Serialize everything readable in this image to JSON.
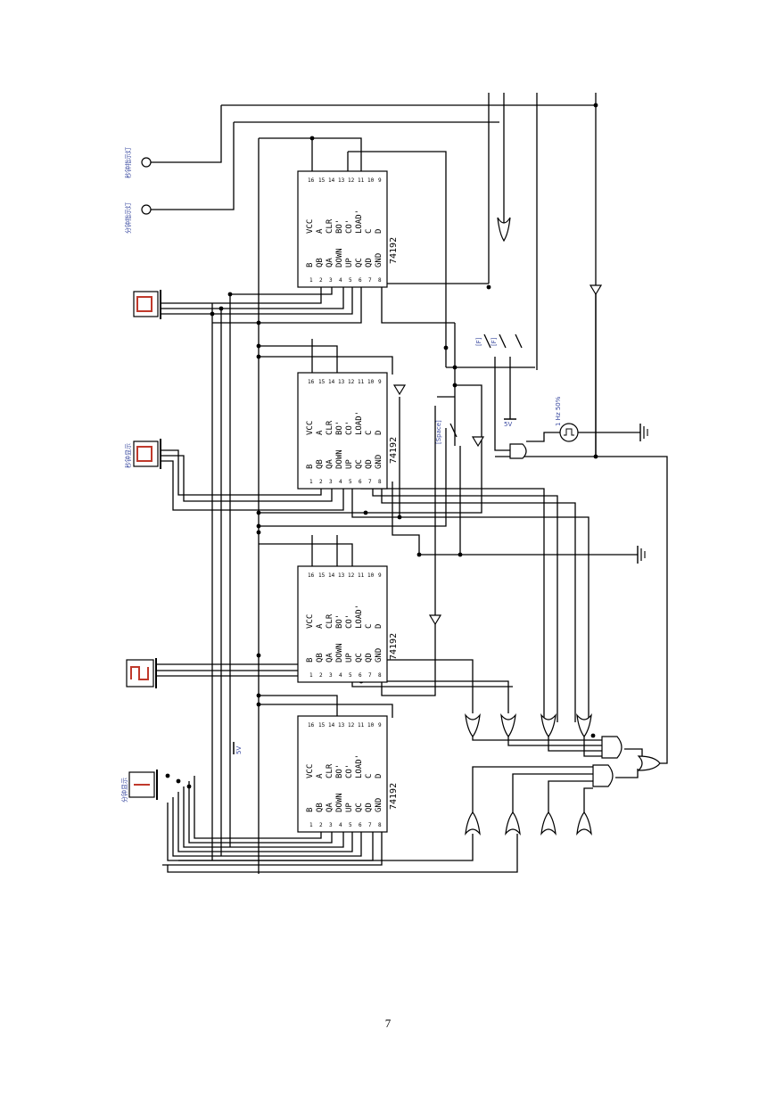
{
  "page_number": "7",
  "chips": [
    {
      "part": "74192",
      "pins_left": [
        "B",
        "QB",
        "QA",
        "DOWN",
        "UP",
        "QC",
        "QD",
        "GND"
      ],
      "pins_right": [
        "VCC",
        "A",
        "CLR",
        "BO'",
        "CO'",
        "LOAD'",
        "C",
        "D"
      ],
      "pin_numbers_left": [
        "1",
        "2",
        "3",
        "4",
        "5",
        "6",
        "7",
        "8"
      ],
      "pin_numbers_right": [
        "16",
        "15",
        "14",
        "13",
        "12",
        "11",
        "10",
        "9"
      ]
    },
    {
      "part": "74192",
      "pins_left": [
        "B",
        "QB",
        "QA",
        "DOWN",
        "UP",
        "QC",
        "QD",
        "GND"
      ],
      "pins_right": [
        "VCC",
        "A",
        "CLR",
        "BO'",
        "CO'",
        "LOAD'",
        "C",
        "D"
      ],
      "pin_numbers_left": [
        "1",
        "2",
        "3",
        "4",
        "5",
        "6",
        "7",
        "8"
      ],
      "pin_numbers_right": [
        "16",
        "15",
        "14",
        "13",
        "12",
        "11",
        "10",
        "9"
      ]
    },
    {
      "part": "74192",
      "pins_left": [
        "B",
        "QB",
        "QA",
        "DOWN",
        "UP",
        "QC",
        "QD",
        "GND"
      ],
      "pins_right": [
        "VCC",
        "A",
        "CLR",
        "BO'",
        "CO'",
        "LOAD'",
        "C",
        "D"
      ],
      "pin_numbers_left": [
        "1",
        "2",
        "3",
        "4",
        "5",
        "6",
        "7",
        "8"
      ],
      "pin_numbers_right": [
        "16",
        "15",
        "14",
        "13",
        "12",
        "11",
        "10",
        "9"
      ]
    },
    {
      "part": "74192",
      "pins_left": [
        "B",
        "QB",
        "QA",
        "DOWN",
        "UP",
        "QC",
        "QD",
        "GND"
      ],
      "pins_right": [
        "VCC",
        "A",
        "CLR",
        "BO'",
        "CO'",
        "LOAD'",
        "C",
        "D"
      ],
      "pin_numbers_left": [
        "1",
        "2",
        "3",
        "4",
        "5",
        "6",
        "7",
        "8"
      ],
      "pin_numbers_right": [
        "16",
        "15",
        "14",
        "13",
        "12",
        "11",
        "10",
        "9"
      ]
    }
  ],
  "displays": [
    {
      "digit": "0",
      "label": ""
    },
    {
      "digit": "0",
      "label": "秒钟显示"
    },
    {
      "digit": "2",
      "label": ""
    },
    {
      "digit": "1",
      "label": "分钟显示"
    }
  ],
  "lamp_labels": [
    "秒钟指示灯",
    "分钟指示灯"
  ],
  "switch_labels": [
    "[Space]",
    "[F]",
    "[F]"
  ],
  "supply_labels": [
    "5V",
    "5V"
  ],
  "oscillator_label": "1 Hz 50%"
}
